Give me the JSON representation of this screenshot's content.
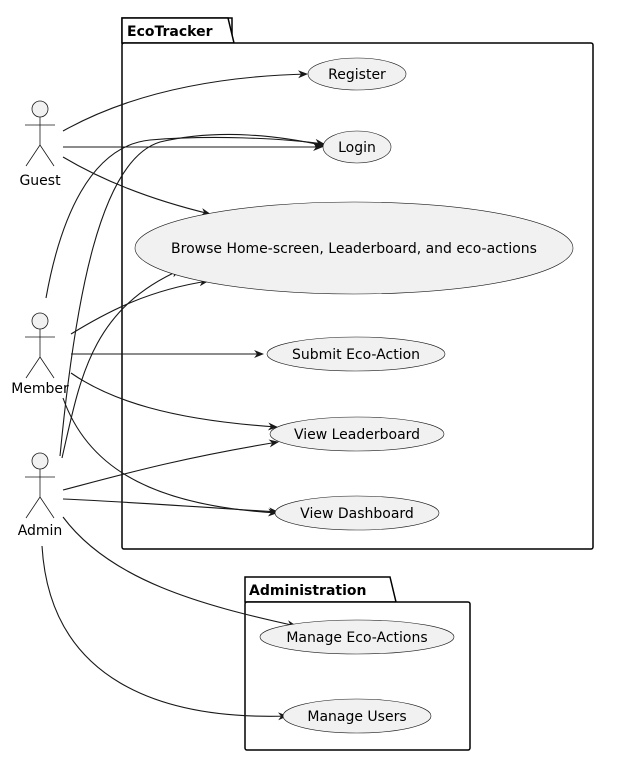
{
  "packages": [
    {
      "id": "ecotracker",
      "title": "EcoTracker"
    },
    {
      "id": "administration",
      "title": "Administration"
    }
  ],
  "actors": [
    {
      "id": "guest",
      "label": "Guest"
    },
    {
      "id": "member",
      "label": "Member"
    },
    {
      "id": "admin",
      "label": "Admin"
    }
  ],
  "use_cases": [
    {
      "id": "register",
      "label": "Register"
    },
    {
      "id": "login",
      "label": "Login"
    },
    {
      "id": "browse",
      "label": "Browse Home-screen, Leaderboard, and eco-actions"
    },
    {
      "id": "submit",
      "label": "Submit Eco-Action"
    },
    {
      "id": "leaderboard",
      "label": "View Leaderboard"
    },
    {
      "id": "dashboard",
      "label": "View Dashboard"
    },
    {
      "id": "manage_actions",
      "label": "Manage Eco-Actions"
    },
    {
      "id": "manage_users",
      "label": "Manage Users"
    }
  ],
  "relations": [
    {
      "from": "guest",
      "to": "register"
    },
    {
      "from": "guest",
      "to": "login"
    },
    {
      "from": "guest",
      "to": "browse"
    },
    {
      "from": "member",
      "to": "login"
    },
    {
      "from": "member",
      "to": "browse"
    },
    {
      "from": "member",
      "to": "submit"
    },
    {
      "from": "member",
      "to": "leaderboard"
    },
    {
      "from": "member",
      "to": "dashboard"
    },
    {
      "from": "admin",
      "to": "login"
    },
    {
      "from": "admin",
      "to": "browse"
    },
    {
      "from": "admin",
      "to": "leaderboard"
    },
    {
      "from": "admin",
      "to": "dashboard"
    },
    {
      "from": "admin",
      "to": "manage_actions"
    },
    {
      "from": "admin",
      "to": "manage_users"
    }
  ]
}
